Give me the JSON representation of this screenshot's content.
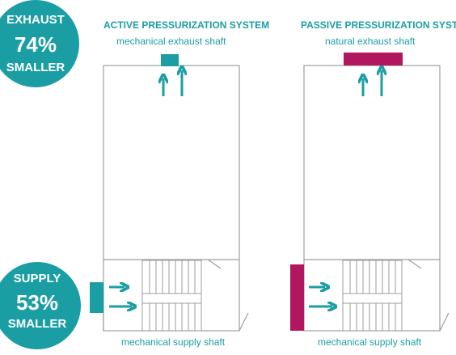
{
  "badges": {
    "exhaust": {
      "line1": "EXHAUST",
      "line2": "74%",
      "line3": "SMALLER"
    },
    "supply": {
      "line1": "SUPPLY",
      "line2": "53%",
      "line3": "SMALLER"
    }
  },
  "active": {
    "title": "ACTIVE PRESSURIZATION SYSTEM",
    "exhaust_label": "mechanical exhaust shaft",
    "supply_label": "mechanical supply shaft"
  },
  "passive": {
    "title": "PASSIVE PRESSURIZATION SYSTEM",
    "exhaust_label": "natural exhaust shaft",
    "supply_label": "mechanical supply shaft"
  },
  "colors": {
    "teal": "#1a9ea3",
    "magenta": "#b0175e",
    "outline": "#9e9e9e"
  }
}
